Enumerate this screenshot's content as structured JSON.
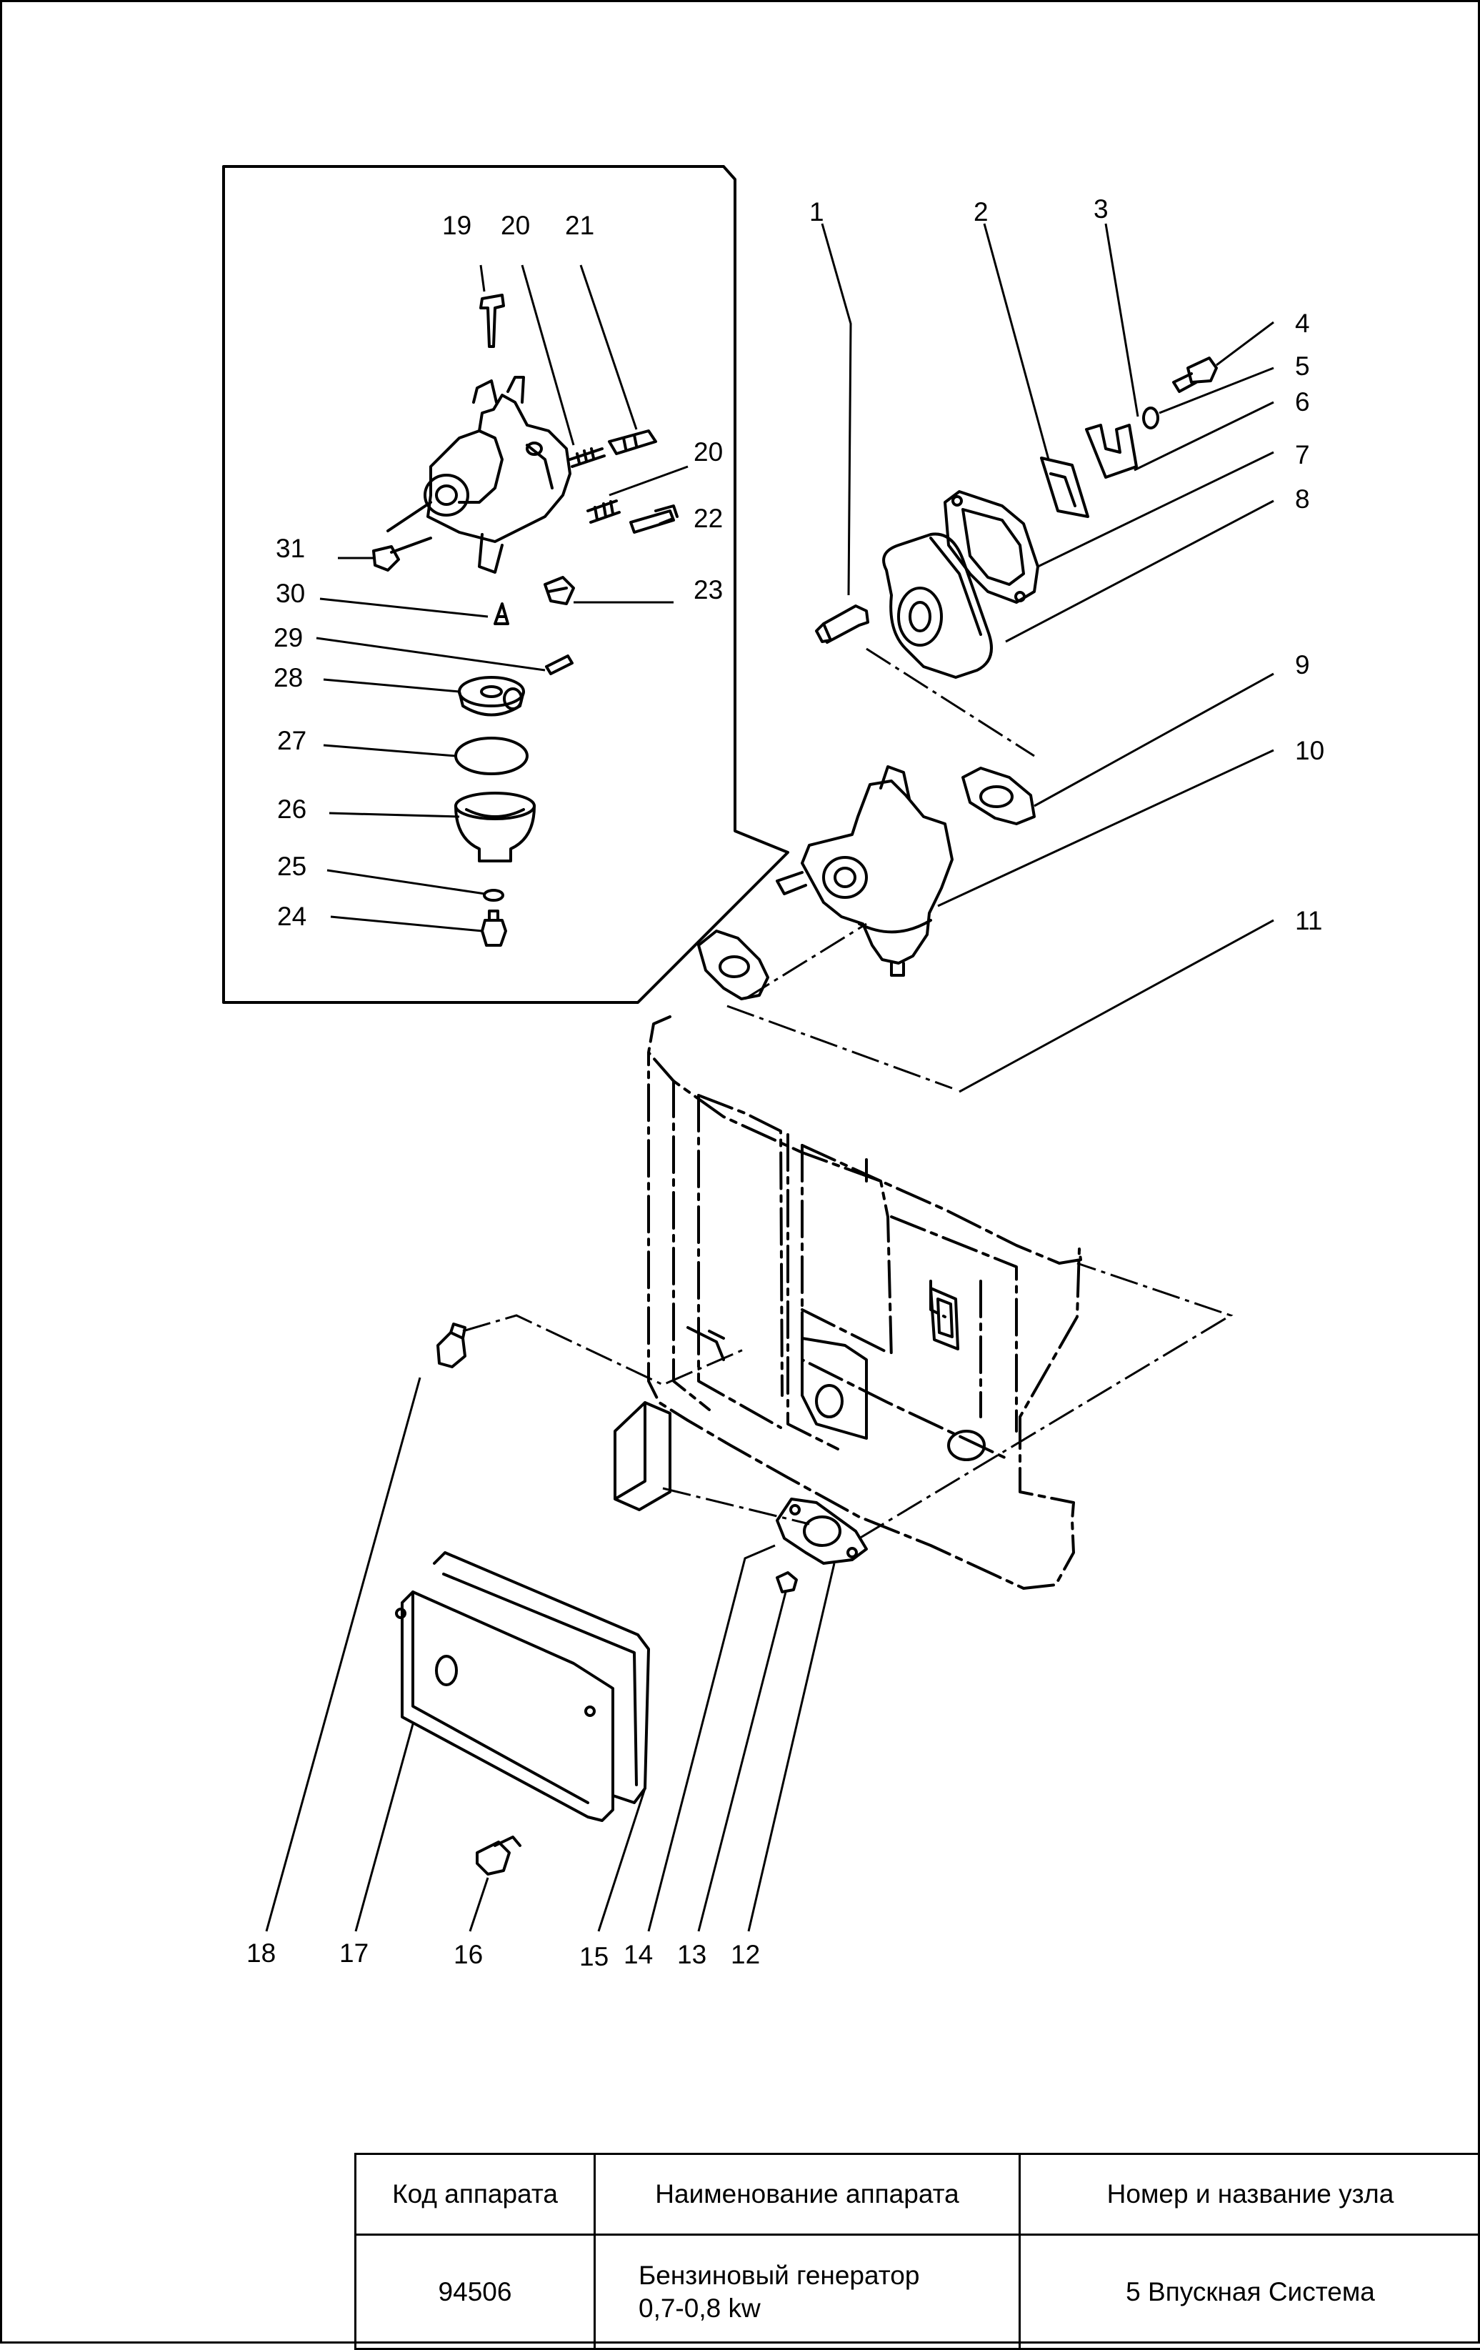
{
  "diagram": {
    "callouts": [
      "1",
      "2",
      "3",
      "4",
      "5",
      "6",
      "7",
      "8",
      "9",
      "10",
      "11",
      "12",
      "13",
      "14",
      "15",
      "16",
      "17",
      "18",
      "19",
      "20",
      "21",
      "20",
      "22",
      "23",
      "24",
      "25",
      "26",
      "27",
      "28",
      "29",
      "30",
      "31"
    ],
    "ink_color": "#000000",
    "background_color": "#ffffff"
  },
  "title_block": {
    "headers": [
      "Код аппарата",
      "Наименование аппарата",
      "Номер и название узла"
    ],
    "device_code": "94506",
    "device_name_line1": "Бензиновый генератор",
    "device_name_line2": "0,7-0,8 kw",
    "assembly": "5 Впускная Система"
  }
}
